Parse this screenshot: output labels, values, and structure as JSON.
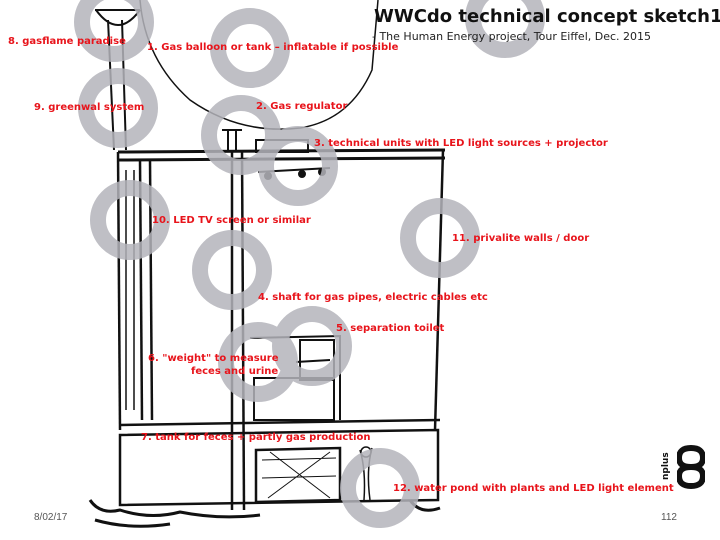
{
  "header": {
    "title": "WWCdo technical concept sketch1",
    "subtitle": "- The Human Energy project, Tour Eiffel, Dec. 2015"
  },
  "labels": [
    {
      "id": "1",
      "text": "1. Gas balloon or tank – inflatable if possible"
    },
    {
      "id": "2",
      "text": "2. Gas regulator"
    },
    {
      "id": "3",
      "text": "3. technical units with LED light sources + projector"
    },
    {
      "id": "4",
      "text": "4. shaft for gas pipes, electric cables etc"
    },
    {
      "id": "5",
      "text": "5. separation toilet"
    },
    {
      "id": "6a",
      "text": "6. \"weight\" to measure"
    },
    {
      "id": "6b",
      "text": "feces and urine"
    },
    {
      "id": "7",
      "text": "7. tank for feces + partly gas production"
    },
    {
      "id": "8",
      "text": "8. gasflame paradise"
    },
    {
      "id": "9",
      "text": "9. greenwal system"
    },
    {
      "id": "10",
      "text": "10. LED TV screen or similar"
    },
    {
      "id": "11",
      "text": "11. privalite walls / door"
    },
    {
      "id": "12",
      "text": "12. water pond with plants and LED light element"
    }
  ],
  "footer": {
    "date": "8/02/17",
    "page": "112"
  },
  "logo": {
    "text": "nplus",
    "icon": "infinity-loop-icon"
  },
  "colors": {
    "label": "#e8141b",
    "marker": "#b4b4bb",
    "ink": "#111111"
  }
}
